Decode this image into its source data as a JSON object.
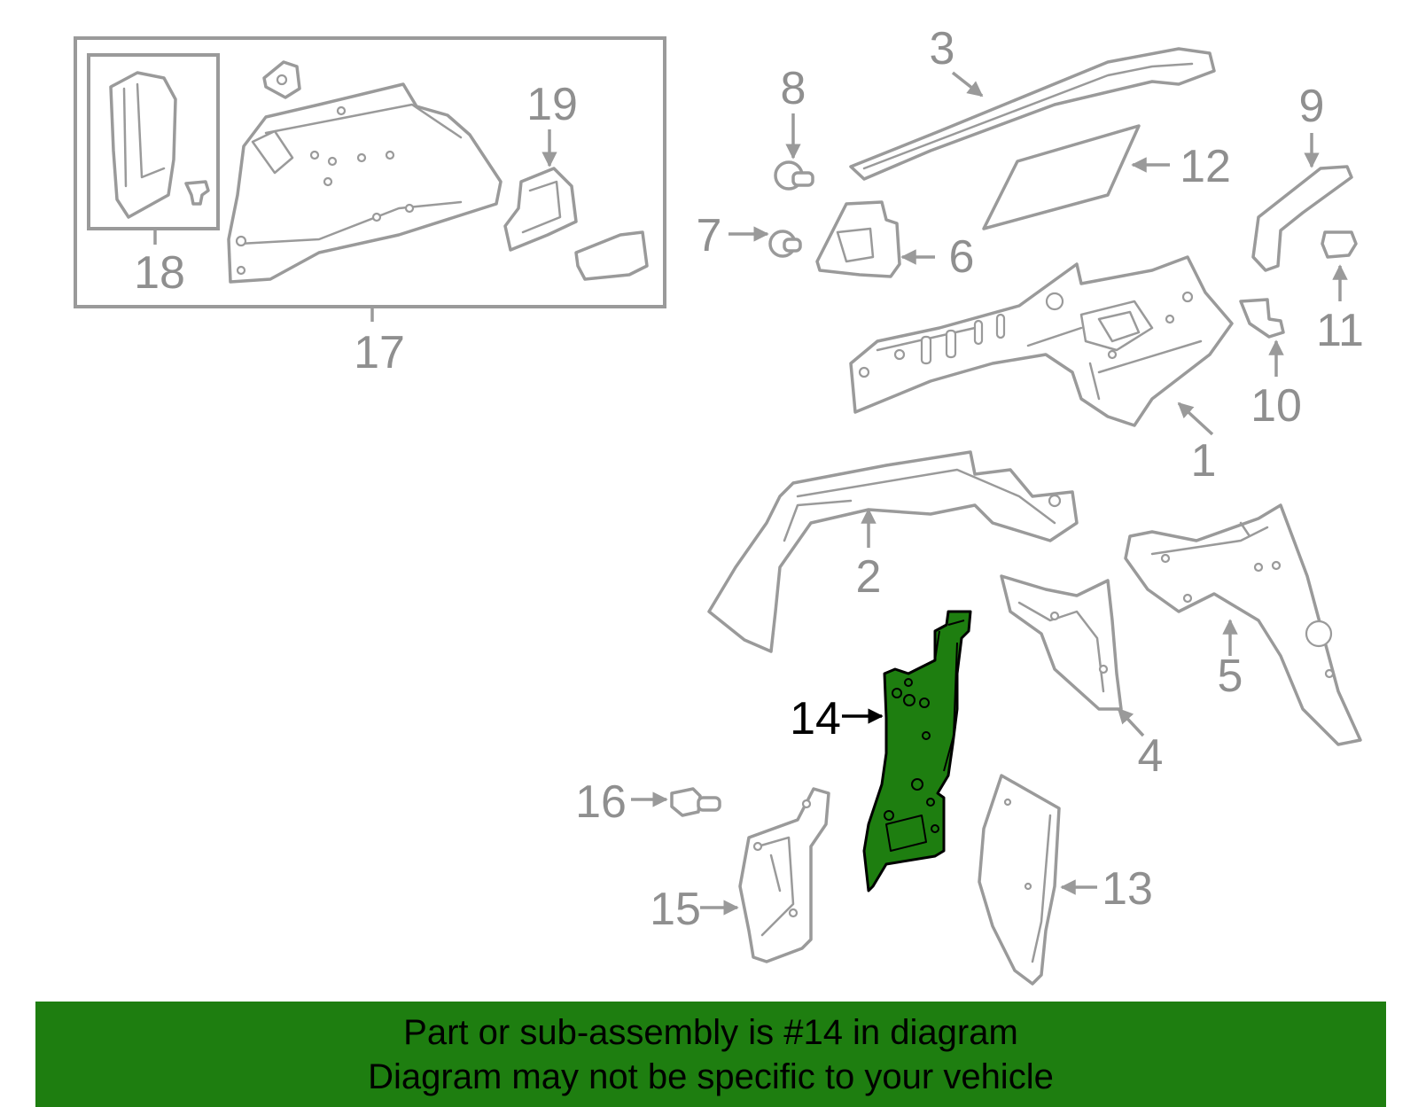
{
  "callouts": {
    "c1": "1",
    "c2": "2",
    "c3": "3",
    "c4": "4",
    "c5": "5",
    "c6": "6",
    "c7": "7",
    "c8": "8",
    "c9": "9",
    "c10": "10",
    "c11": "11",
    "c12": "12",
    "c13": "13",
    "c14": "14",
    "c15": "15",
    "c16": "16",
    "c17": "17",
    "c18": "18",
    "c19": "19"
  },
  "highlight": {
    "part": "14",
    "color": "#1e7e10"
  },
  "banner": {
    "line1": "Part or sub-assembly is #14 in diagram",
    "line2": "Diagram may not be specific to your vehicle"
  },
  "colors": {
    "outline": "#9a9a9a",
    "highlight_fill": "#1e7e10",
    "banner_bg": "#1e7e10"
  }
}
